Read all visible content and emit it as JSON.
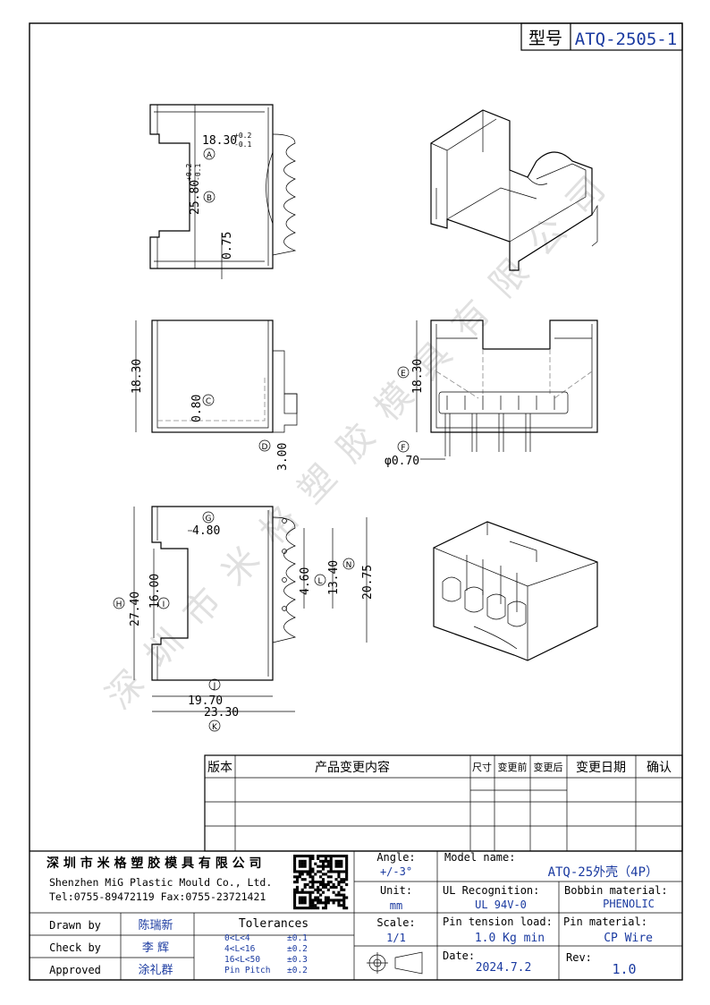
{
  "header": {
    "model_label": "型号",
    "model_code": "ATQ-2505-1"
  },
  "watermark": [
    "深",
    "圳",
    "市",
    "米",
    "格",
    "塑",
    "胶",
    "模",
    "具",
    "有",
    "限",
    "公",
    "司"
  ],
  "dimensions": {
    "top_view": {
      "a_value": "18.30",
      "a_tol_plus": "+0.2",
      "a_tol_minus": "-0.1",
      "a_marker": "A",
      "b_value": "25.80",
      "b_tol_plus": "+0.2",
      "b_tol_minus": "-0.1",
      "b_marker": "B",
      "thickness": "0.75"
    },
    "front_view": {
      "height": "18.30",
      "wall": "0.80",
      "c_marker": "C",
      "pin_len": "3.00",
      "d_marker": "D"
    },
    "side_view": {
      "e_marker": "E",
      "height": "18.30",
      "f_marker": "F",
      "pin_dia": "φ0.70"
    },
    "bottom_view": {
      "g_marker": "G",
      "g_value": "4.80",
      "h_marker": "H",
      "h_value": "27.40",
      "i_marker": "I",
      "i_value": "16.00",
      "l_marker": "L",
      "l_value": "4.60",
      "n_marker": "N",
      "n_value": "13.40",
      "m_value": "20.75",
      "j_marker": "J",
      "j_value": "19.70",
      "k_value": "23.30",
      "k_marker": "K"
    }
  },
  "revision_table": {
    "headers": [
      "版本",
      "产品变更内容",
      "尺寸",
      "变更前",
      "变更后",
      "变更日期",
      "确认"
    ]
  },
  "title_block": {
    "company_cn": "深 圳 市 米 格 塑 胶 模 具 有 限 公 司",
    "company_en": "Shenzhen MiG Plastic Mould Co., Ltd.",
    "contact": "Tel:0755-89472119   Fax:0755-23721421",
    "angle_label": "Angle:",
    "angle_value": "+/-3°",
    "unit_label": "Unit:",
    "unit_value": "mm",
    "scale_label": "Scale:",
    "scale_value": "1/1",
    "model_name_label": "Model name:",
    "model_name_value": "ATQ-25外壳（4P）",
    "ul_label": "UL Recognition:",
    "ul_value": "UL 94V-0",
    "bobbin_label": "Bobbin material:",
    "bobbin_value": "PHENOLIC",
    "pin_tension_label": "Pin tension load:",
    "pin_tension_value": "1.0 Kg min",
    "pin_material_label": "Pin material:",
    "pin_material_value": "CP Wire",
    "date_label": "Date:",
    "date_value": "2024.7.2",
    "rev_label": "Rev:",
    "rev_value": "1.0",
    "drawn_label": "Drawn by",
    "drawn_value": "陈瑞新",
    "check_label": "Check by",
    "check_value": "李 辉",
    "approved_label": "Approved",
    "approved_value": "涂礼群",
    "tolerances_label": "Tolerances",
    "tol_rows": [
      {
        "range": "0<L<4",
        "tol": "±0.1"
      },
      {
        "range": "4<L<16",
        "tol": "±0.2"
      },
      {
        "range": "16<L<50",
        "tol": "±0.3"
      },
      {
        "range": "Pin Pitch",
        "tol": "±0.2"
      }
    ]
  }
}
